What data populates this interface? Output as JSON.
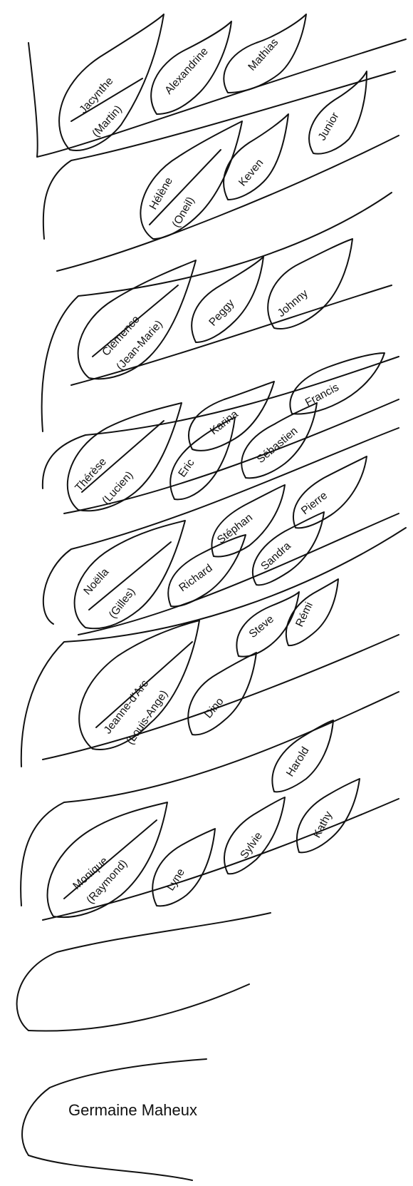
{
  "root": {
    "name": "Germaine Maheux"
  },
  "branches": [
    {
      "couple": {
        "name": "Jacynthe",
        "spouse": "(Martin)"
      },
      "children": [
        "Alexandrine",
        "Mathias"
      ]
    },
    {
      "couple": {
        "name": "Hélène",
        "spouse": "(Oneil)"
      },
      "children": [
        "Keven",
        "Junior"
      ]
    },
    {
      "couple": {
        "name": "Clémence",
        "spouse": "(Jean-Marie)"
      },
      "children": [
        "Peggy",
        "Johnny"
      ]
    },
    {
      "couple": {
        "name": "Thérèse",
        "spouse": "(Lucien)"
      },
      "children": [
        "Karina",
        "Eric",
        "Sébastien",
        "Francis"
      ]
    },
    {
      "couple": {
        "name": "Noëlla",
        "spouse": "(Gilles)"
      },
      "children": [
        "Stéphan",
        "Richard",
        "Sandra",
        "Pierre"
      ]
    },
    {
      "couple": {
        "name": "Jeanne-d'Arc",
        "spouse": "(Louis-Ange)"
      },
      "children": [
        "Steve",
        "Dino",
        "Rémi"
      ]
    },
    {
      "couple": {
        "name": "Monique",
        "spouse": "(Raymond)"
      },
      "children": [
        "Lyne",
        "Sylvie",
        "Harold",
        "Kathy"
      ]
    }
  ],
  "line_color": "#111111"
}
